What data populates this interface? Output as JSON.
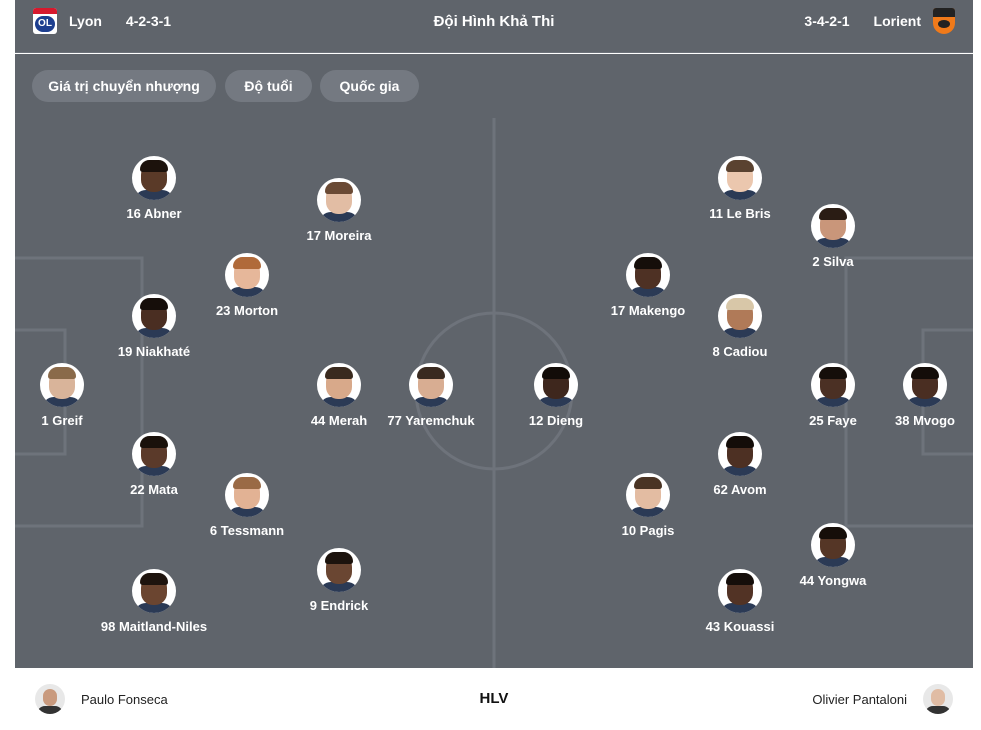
{
  "header": {
    "title": "Đội Hình Khả Thi",
    "home": {
      "name": "Lyon",
      "formation": "4-2-3-1",
      "logo_icon": "lyon-crest-icon"
    },
    "away": {
      "name": "Lorient",
      "formation": "3-4-2-1",
      "logo_icon": "lorient-crest-icon"
    }
  },
  "filters": [
    {
      "label": "Giá trị chuyển nhượng"
    },
    {
      "label": "Độ tuổi"
    },
    {
      "label": "Quốc gia"
    }
  ],
  "home_players": [
    {
      "label": "1 Greif",
      "skin": "#d9b49a",
      "hair": "#8a6a4a"
    },
    {
      "label": "16 Abner",
      "skin": "#5a3a28",
      "hair": "#1c120c"
    },
    {
      "label": "19 Niakhaté",
      "skin": "#4a2e22",
      "hair": "#160e0a"
    },
    {
      "label": "22 Mata",
      "skin": "#5b3a2a",
      "hair": "#1a110b"
    },
    {
      "label": "98 Maitland-Niles",
      "skin": "#6b4530",
      "hair": "#1e140e"
    },
    {
      "label": "23 Morton",
      "skin": "#e6b79a",
      "hair": "#b06a3a"
    },
    {
      "label": "6 Tessmann",
      "skin": "#e2b294",
      "hair": "#9a6a45"
    },
    {
      "label": "17 Moreira",
      "skin": "#e2bda4",
      "hair": "#6a4a35"
    },
    {
      "label": "44 Merah",
      "skin": "#d8a98a",
      "hair": "#3a2a1e"
    },
    {
      "label": "9 Endrick",
      "skin": "#6a4632",
      "hair": "#1c130d"
    },
    {
      "label": "77 Yaremchuk",
      "skin": "#d8ad92",
      "hair": "#3a2a20"
    }
  ],
  "away_players": [
    {
      "label": "38 Mvogo",
      "skin": "#4a2e22",
      "hair": "#140d09"
    },
    {
      "label": "25 Faye",
      "skin": "#4b3024",
      "hair": "#150e0a"
    },
    {
      "label": "2 Silva",
      "skin": "#c9967a",
      "hair": "#2a1c14"
    },
    {
      "label": "44 Yongwa",
      "skin": "#553626",
      "hair": "#160e09"
    },
    {
      "label": "11 Le Bris",
      "skin": "#ebc7ae",
      "hair": "#5a4230"
    },
    {
      "label": "8 Cadiou",
      "skin": "#b07a58",
      "hair": "#d8c7a8"
    },
    {
      "label": "62 Avom",
      "skin": "#4d3023",
      "hair": "#140d09"
    },
    {
      "label": "43 Kouassi",
      "skin": "#523325",
      "hair": "#150e0a"
    },
    {
      "label": "17 Makengo",
      "skin": "#4e3124",
      "hair": "#150e0a"
    },
    {
      "label": "10 Pagis",
      "skin": "#e3bca2",
      "hair": "#4a3424"
    },
    {
      "label": "12 Dieng",
      "skin": "#3e271d",
      "hair": "#120c08"
    }
  ],
  "coaches": {
    "label": "HLV",
    "home": {
      "name": "Paulo Fonseca",
      "skin": "#c99a7e"
    },
    "away": {
      "name": "Olivier Pantaloni",
      "skin": "#e0bca4"
    }
  },
  "colors": {
    "pitch": "#5f646b",
    "pitch_lines": "#6e737b",
    "chip_bg": "#747981",
    "text_on_dark": "#ffffff"
  }
}
